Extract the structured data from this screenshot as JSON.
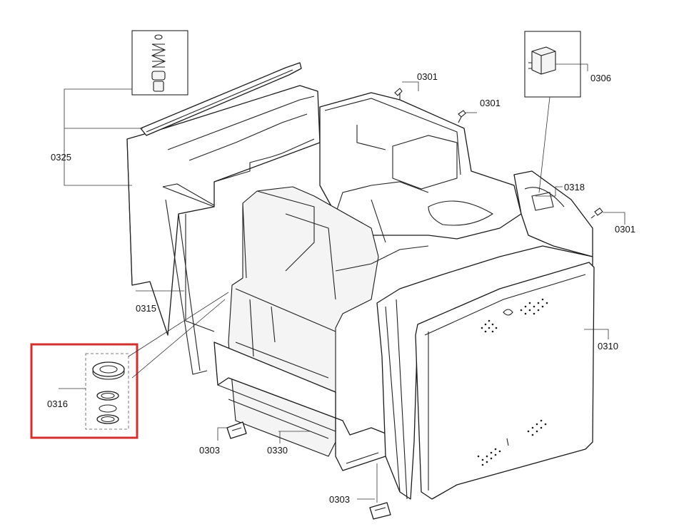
{
  "parts": [
    {
      "id": "part-0301-a",
      "label": "0301"
    },
    {
      "id": "part-0301-b",
      "label": "0301"
    },
    {
      "id": "part-0301-c",
      "label": "0301"
    },
    {
      "id": "part-0303-a",
      "label": "0303"
    },
    {
      "id": "part-0303-b",
      "label": "0303"
    },
    {
      "id": "part-0306",
      "label": "0306"
    },
    {
      "id": "part-0310",
      "label": "0310"
    },
    {
      "id": "part-0315",
      "label": "0315"
    },
    {
      "id": "part-0316",
      "label": "0316"
    },
    {
      "id": "part-0318",
      "label": "0318"
    },
    {
      "id": "part-0325",
      "label": "0325"
    },
    {
      "id": "part-0330",
      "label": "0330"
    }
  ],
  "highlight": {
    "part": "0316",
    "color": "#d32f2f"
  }
}
